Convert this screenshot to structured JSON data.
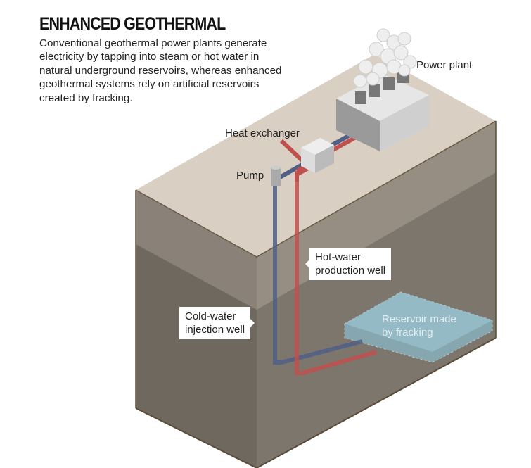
{
  "title": "ENHANCED GEOTHERMAL",
  "description": "Conventional geothermal power plants generate electricity by tapping into steam or hot water in natural underground reservoirs, whereas enhanced geothermal systems rely on artificial reservoirs created by fracking.",
  "labels": {
    "power_plant": "Power plant",
    "heat_exchanger": "Heat exchanger",
    "pump": "Pump",
    "hot_well": [
      "Hot-water",
      "production well"
    ],
    "cold_well": [
      "Cold-water",
      "injection well"
    ],
    "reservoir": [
      "Reservoir made",
      "by fracking"
    ]
  },
  "colors": {
    "hot": "#c0504d",
    "cold": "#4f5f86",
    "reservoir": "#7fb3c4",
    "topsoil": "#d8cfc2"
  }
}
